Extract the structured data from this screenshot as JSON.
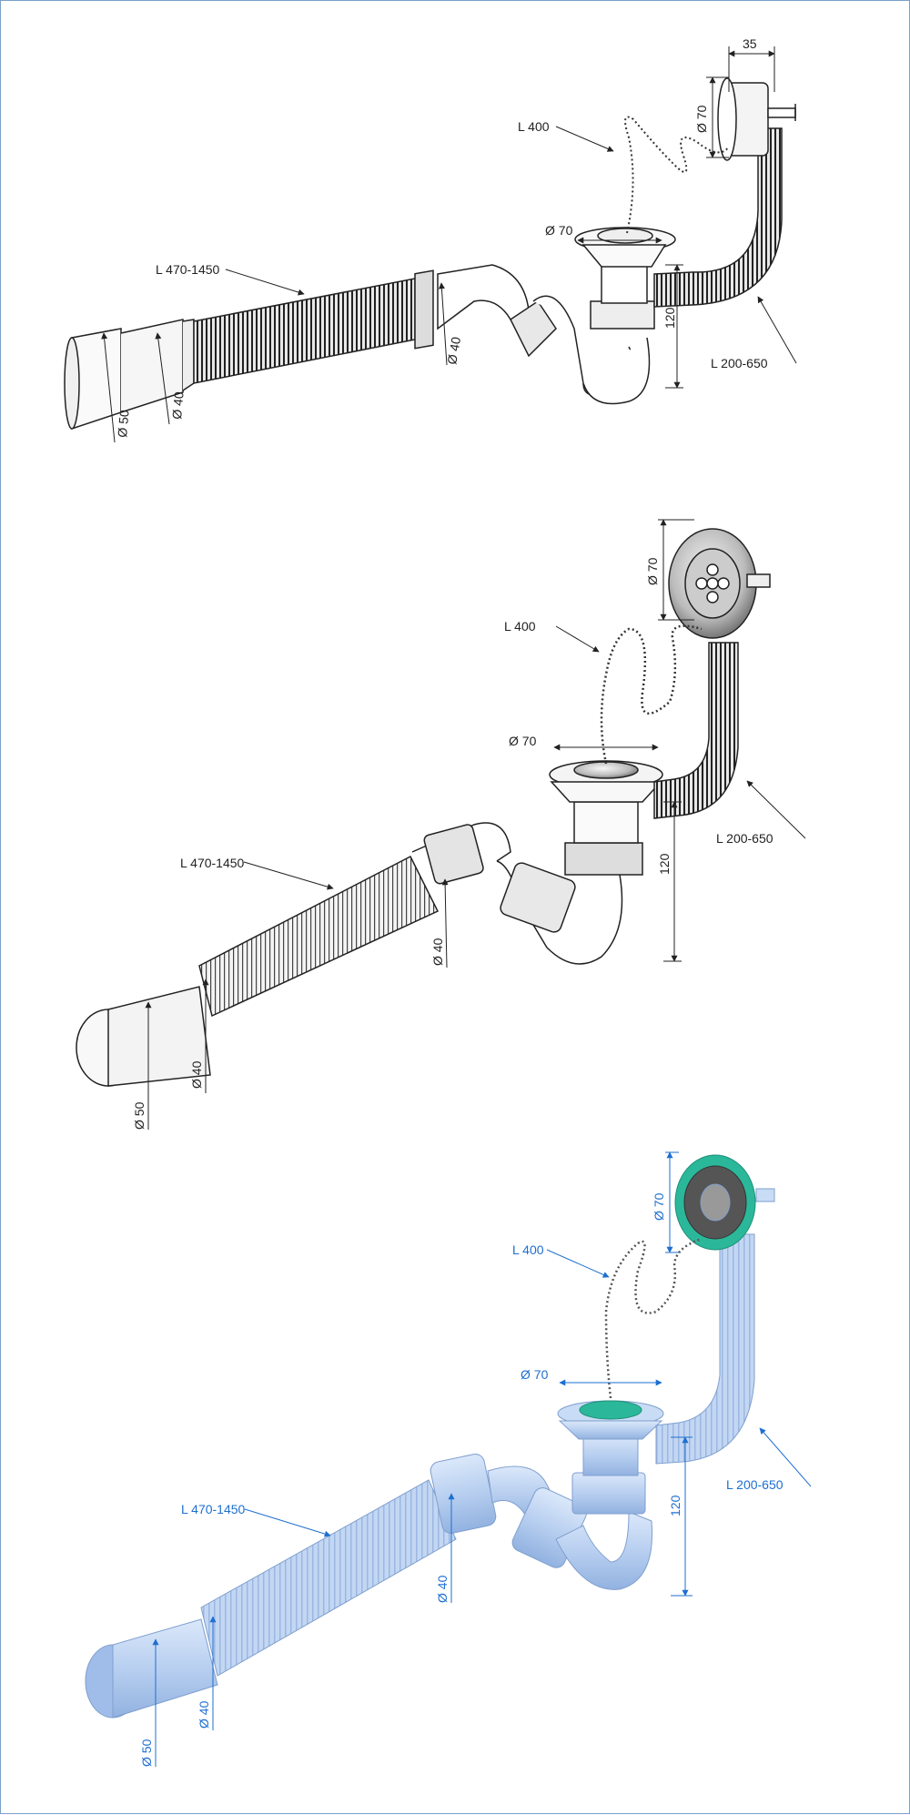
{
  "diagrams": [
    {
      "style": "line-drawing",
      "labels": {
        "chain_length": "L 400",
        "tail_hose_length": "L 470-1450",
        "overflow_hose_length": "L 200-650",
        "overflow_diameter": "Ø 70",
        "overflow_depth": "35",
        "drain_diameter": "Ø 70",
        "trap_height": "120",
        "outlet_diameter_large": "Ø 50",
        "outlet_diameter_small": "Ø 40",
        "trap_nut_diameter": "Ø 40"
      }
    },
    {
      "style": "shaded-drawing",
      "labels": {
        "chain_length": "L 400",
        "tail_hose_length": "L 470-1450",
        "overflow_hose_length": "L 200-650",
        "overflow_diameter": "Ø 70",
        "drain_diameter": "Ø 70",
        "trap_height": "120",
        "outlet_diameter_large": "Ø 50",
        "outlet_diameter_small": "Ø 40",
        "trap_nut_diameter": "Ø 40"
      }
    },
    {
      "style": "color-render",
      "labels": {
        "chain_length": "L 400",
        "tail_hose_length": "L 470-1450",
        "overflow_hose_length": "L 200-650",
        "overflow_diameter": "Ø 70",
        "drain_diameter": "Ø 70",
        "trap_height": "120",
        "outlet_diameter_large": "Ø 50",
        "outlet_diameter_small": "Ø 40",
        "trap_nut_diameter": "Ø 40"
      }
    }
  ],
  "colors": {
    "line": "#222222",
    "dimension_blue": "#1e6fd0",
    "pipe_blue": "#b9cff0",
    "pipe_blue_dark": "#8fb0de",
    "seal_teal": "#2bb89a",
    "frame": "#7aa0c8"
  }
}
